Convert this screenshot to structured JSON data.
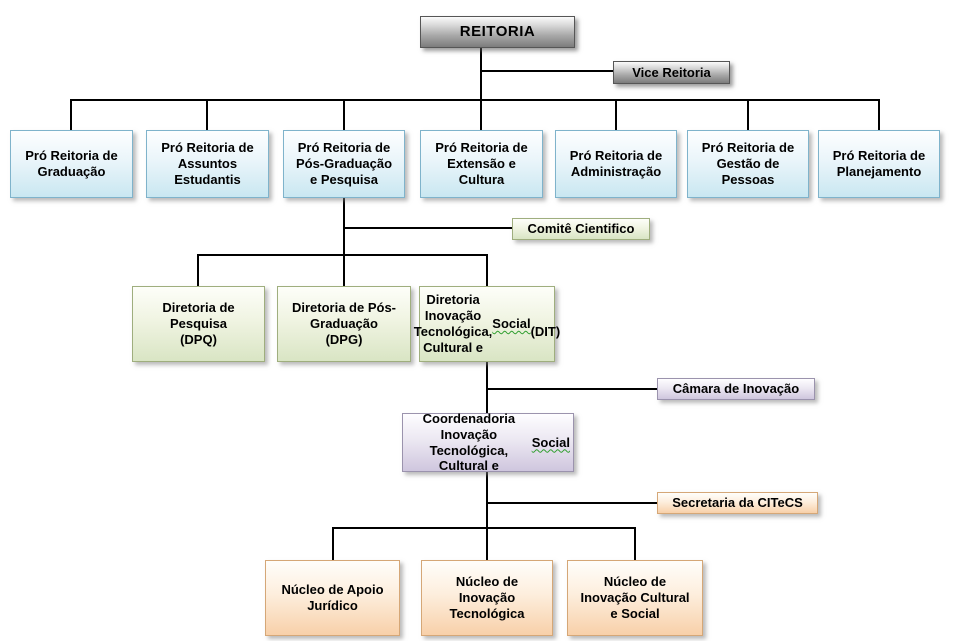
{
  "org": {
    "root": {
      "label": "REITORIA"
    },
    "vice": {
      "label": "Vice Reitoria"
    },
    "pro_reitorias": [
      {
        "label": "Pró Reitoria de\nGraduação"
      },
      {
        "label": "Pró Reitoria de\nAssuntos\nEstudantis"
      },
      {
        "label": "Pró Reitoria de\nPós-Graduação\ne Pesquisa"
      },
      {
        "label": "Pró Reitoria de\nExtensão e\nCultura"
      },
      {
        "label": "Pró Reitoria de\nAdministração"
      },
      {
        "label": "Pró Reitoria de\nGestão de\nPessoas"
      },
      {
        "label": "Pró Reitoria de\nPlanejamento"
      }
    ],
    "comite": {
      "label": "Comitê Cientifico"
    },
    "diretorias": [
      {
        "label": "Diretoria de\nPesquisa\n(DPQ)"
      },
      {
        "label": "Diretoria de Pós-\nGraduação\n(DPG)"
      },
      {
        "label_pre": "Diretoria Inovação\nTecnológica,\nCultural e ",
        "squiggle_word": "Social",
        "label_post": "\n(DIT)"
      }
    ],
    "camara": {
      "label": "Câmara de Inovação"
    },
    "coordenadoria": {
      "label_pre": "Coordenadoria\nInovação Tecnológica,\nCultural e ",
      "squiggle_word": "Social",
      "label_post": ""
    },
    "secretaria": {
      "label": "Secretaria da CITeCS"
    },
    "nucleos": [
      {
        "label": "Núcleo de Apoio\nJurídico"
      },
      {
        "label": "Núcleo de\nInovação\nTecnológica"
      },
      {
        "label": "Núcleo de\nInovação Cultural\ne Social"
      }
    ]
  },
  "colors": {
    "root_fill": "#a8a8a8",
    "pro_reitoria_fill": "#c9e7f1",
    "diretoria_fill": "#d9e5c4",
    "coordenadoria_fill": "#cfc6de",
    "nucleo_fill": "#f8d0a9",
    "connector": "#000000",
    "spellcheck_underline": "#2f9e2f",
    "text": "#000000"
  }
}
